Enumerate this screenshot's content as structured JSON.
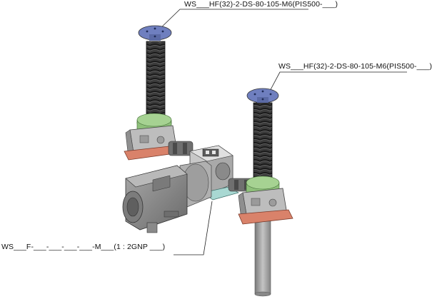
{
  "callouts": {
    "jack_left": "WS___HF(32)-2-DS-80-105-M6(PIS500-___)",
    "jack_right": "WS___HF(32)-2-DS-80-105-M6(PIS500-___)",
    "gearbox_motor": "WS___F-___-___-___-___-M___(1 : 2GNP ___)"
  },
  "colors": {
    "top_plate": "#6f7fbf",
    "screw": "#2c2c2c",
    "gear_ring": "#8ec07a",
    "housing": "#b9b9b9",
    "mount_plate": "#d9826a",
    "gearbox_base": "#a8d8d2",
    "motor": "#8a8a8a",
    "protective_tube": "#9a9a9a"
  }
}
